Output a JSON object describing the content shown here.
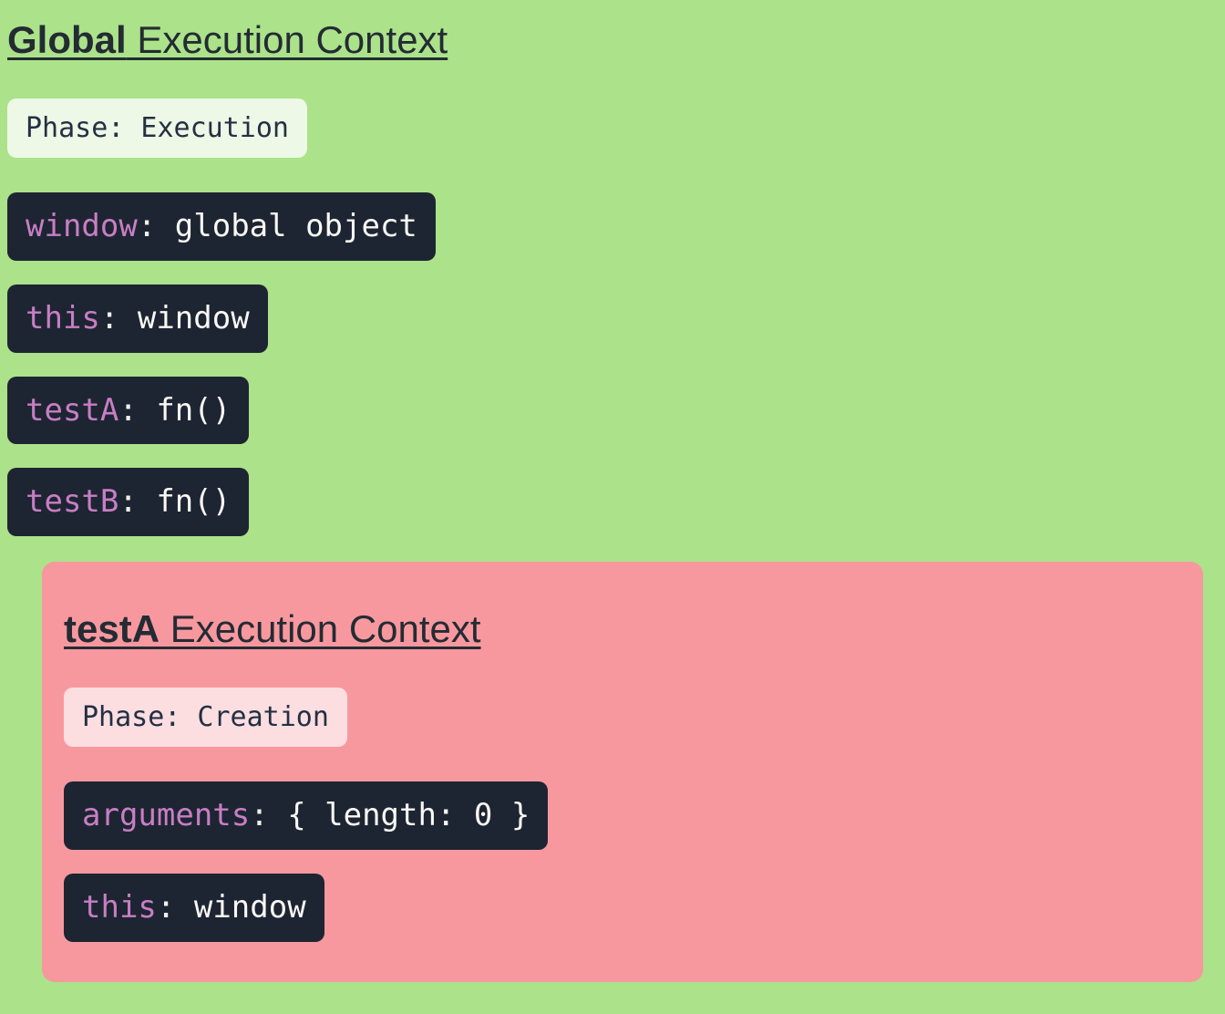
{
  "theme": {
    "background": "#abe28a",
    "nested_background": "#f7989f",
    "dark_badge_bg": "#1d2532",
    "key_color": "#c87ec4",
    "value_color": "#faf8f5",
    "phase_badge_bg_global": "#eef8e6",
    "phase_badge_bg_nested": "#fcdee1",
    "title_color": "#242b33"
  },
  "labels": {
    "colon": ":"
  },
  "global_context": {
    "title_name": "Global",
    "title_rest": " Execution Context",
    "phase_label": "Phase:",
    "phase_value": "Execution",
    "variables": [
      {
        "key": "window",
        "value": "global object"
      },
      {
        "key": "this",
        "value": "window"
      },
      {
        "key": "testA",
        "value": "fn()"
      },
      {
        "key": "testB",
        "value": "fn()"
      }
    ]
  },
  "nested_context": {
    "title_name": "testA",
    "title_rest": " Execution Context",
    "phase_label": "Phase:",
    "phase_value": "Creation",
    "variables": [
      {
        "key": "arguments",
        "value": "{ length: 0 }"
      },
      {
        "key": "this",
        "value": "window"
      }
    ]
  }
}
